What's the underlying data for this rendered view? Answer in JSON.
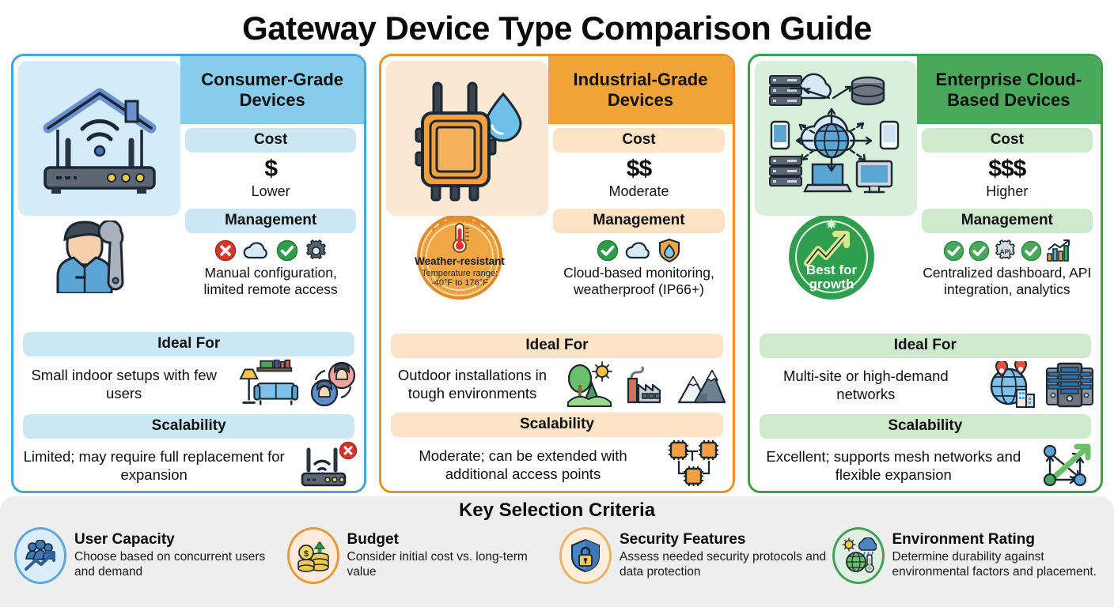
{
  "title": "Gateway Device Type Comparison Guide",
  "row_labels": {
    "cost": "Cost",
    "management": "Management",
    "ideal_for": "Ideal For",
    "scalability": "Scalability"
  },
  "columns": [
    {
      "id": "consumer",
      "title": "Consumer-Grade Devices",
      "accent": "#4aa3d8",
      "header_bg": "#87cdeb",
      "label_bg": "#cbe7f6",
      "hero_bg": "#d4ecfa",
      "hero_icon": "home-router-wifi-icon",
      "cost_symbol": "$",
      "cost_word": "Lower",
      "management_icons": [
        "red-x-icon",
        "cloud-icon",
        "green-check-icon",
        "gear-icon"
      ],
      "management_text": "Manual configuration, limited remote access",
      "management_side_icon": "technician-wrench-icon",
      "ideal_for_text": "Small indoor setups with few users",
      "ideal_for_icons": [
        "living-room-icon",
        "two-users-icon"
      ],
      "scalability_text": "Limited; may require full replacement for expansion",
      "scalability_icons": [
        "router-blocked-icon"
      ],
      "badge": null
    },
    {
      "id": "industrial",
      "title": "Industrial-Grade Devices",
      "accent": "#e8932a",
      "header_bg": "#f0a338",
      "label_bg": "#fbe3c4",
      "hero_bg": "#fbe8d2",
      "hero_icon": "rugged-enclosure-waterdrop-icon",
      "cost_symbol": "$$",
      "cost_word": "Moderate",
      "management_icons": [
        "green-check-icon",
        "cloud-icon",
        "water-shield-icon"
      ],
      "management_text": "Cloud-based monitoring, weatherproof (IP66+)",
      "management_side_icon": "weather-resistant-seal-icon",
      "badge": {
        "icon": "thermometer-icon",
        "title": "Weather-resistant",
        "line1": "Temperature range:",
        "line2": "-40°F to 176°F"
      },
      "ideal_for_text": "Outdoor installations in tough environments",
      "ideal_for_icons": [
        "tree-sun-icon",
        "factory-icon",
        "mountains-icon"
      ],
      "scalability_text": "Moderate; can be extended with additional access points",
      "scalability_icons": [
        "mesh-chips-icon"
      ]
    },
    {
      "id": "enterprise",
      "title": "Enterprise Cloud-Based Devices",
      "accent": "#3d9e4f",
      "header_bg": "#4aa85c",
      "label_bg": "#cfe9cf",
      "hero_bg": "#d9efd9",
      "hero_icon": "cloud-network-topology-icon",
      "cost_symbol": "$$$",
      "cost_word": "Higher",
      "management_icons": [
        "green-check-icon",
        "green-check-icon",
        "api-gear-icon",
        "green-check-icon",
        "analytics-chart-icon"
      ],
      "management_text": "Centralized dashboard, API integration, analytics",
      "management_side_icon": "best-for-growth-seal-icon",
      "badge": {
        "icon": "growth-arrow-icon",
        "title": "Best for growth",
        "line1": "",
        "line2": ""
      },
      "ideal_for_text": "Multi-site or high-demand networks",
      "ideal_for_icons": [
        "globe-pins-buildings-icon",
        "server-rack-icon"
      ],
      "scalability_text": "Excellent; supports mesh networks and flexible expansion",
      "scalability_icons": [
        "mesh-nodes-growth-icon"
      ]
    }
  ],
  "criteria": {
    "title": "Key Selection Criteria",
    "items": [
      {
        "icon": "users-growth-icon",
        "accent": "#5fa9d8",
        "heading": "User Capacity",
        "desc": "Choose based on concurrent users and demand"
      },
      {
        "icon": "coins-arrow-icon",
        "accent": "#e59a3c",
        "heading": "Budget",
        "desc": "Consider initial cost vs. long-term value"
      },
      {
        "icon": "shield-lock-icon",
        "accent": "#e8b46a",
        "heading": "Security Features",
        "desc": "Assess needed security protocols and data protection"
      },
      {
        "icon": "weather-globe-icon",
        "accent": "#41a05a",
        "heading": "Environment Rating",
        "desc": "Determine durability against environmental factors and placement."
      }
    ]
  }
}
